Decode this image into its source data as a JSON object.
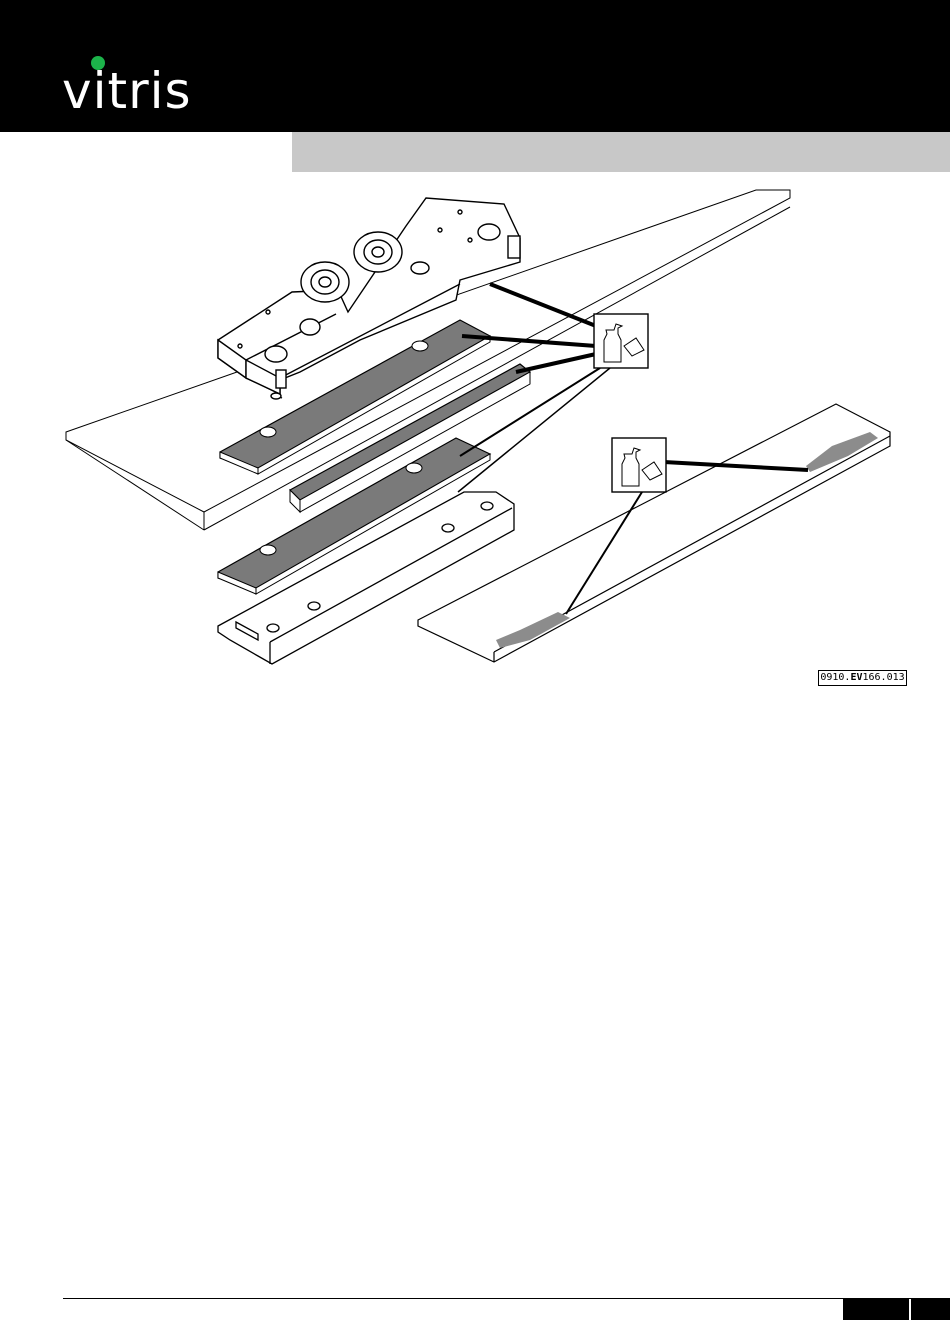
{
  "brand": {
    "logo_text": "vitris",
    "dot_color": "#1cb34a"
  },
  "figure": {
    "code_prefix": "0910.",
    "code_bold": "EV",
    "code_suffix": "166.013",
    "cleaning_icon": "spray-bottle-and-cloth-icon"
  },
  "colors": {
    "header": "#000000",
    "band": "#c8c8c8",
    "pad": "#7a7a7a",
    "glue_mark": "#8c8c8c"
  }
}
